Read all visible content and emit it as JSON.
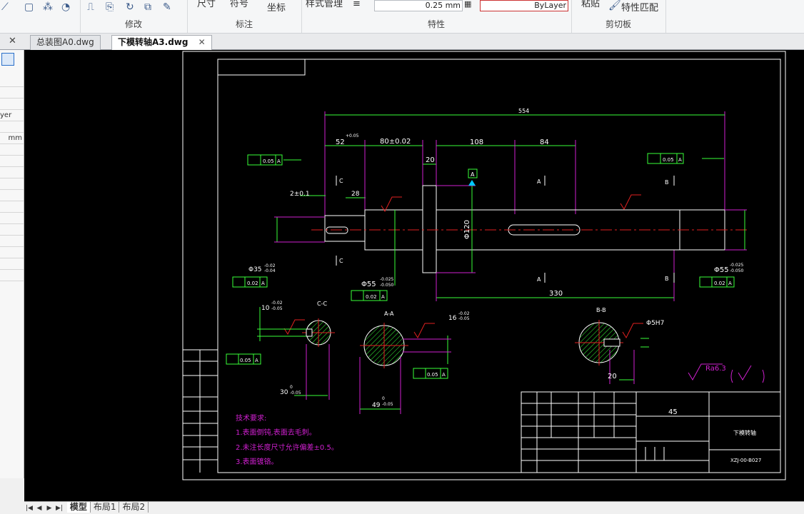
{
  "ribbon": {
    "groups": [
      {
        "label": "修改"
      },
      {
        "label": "标注"
      },
      {
        "label": "特性"
      },
      {
        "label": "剪切板"
      }
    ],
    "dimension_label": "尺寸",
    "symbol_label": "符号",
    "coordinate_label": "坐标",
    "style_label": "样式管理",
    "lineweight_value": "0.25 mm",
    "layer_value": "ByLayer",
    "paste_label": "粘贴",
    "match_props_label": "特性匹配"
  },
  "tabs": [
    {
      "label": "总装图A0.dwg",
      "active": false
    },
    {
      "label": "下模转轴A3.dwg",
      "active": true
    }
  ],
  "left_panel": {
    "layer_value": "yer",
    "unit_value": "mm"
  },
  "layout_tabs": [
    "模型",
    "布局1",
    "布局2"
  ],
  "drawing": {
    "dims": {
      "overall": "554",
      "d52": "52",
      "d52_tol": "+0.05",
      "d80": "80±0.02",
      "d108": "108",
      "d84": "84",
      "d20": "20",
      "d2": "2±0.1",
      "d28": "28",
      "d330": "330",
      "phi120": "Φ120",
      "phi35": "Φ35",
      "phi35_tol_up": "-0.02",
      "phi35_tol_low": "-0.04",
      "phi55a": "Φ55",
      "phi55a_up": "-0.025",
      "phi55a_low": "-0.050",
      "phi55b": "Φ55",
      "phi55b_up": "-0.025",
      "phi55b_low": "-0.050",
      "tol_005": "0.05",
      "tol_002": "0.02",
      "datum_a": "A",
      "cc_dim": "10",
      "cc_dim_up": "-0.02",
      "cc_dim_low": "-0.05",
      "cc_30": "30",
      "cc_30_up": "0",
      "cc_30_low": "-0.05",
      "aa_16": "16",
      "aa_16_up": "-0.02",
      "aa_16_low": "-0.05",
      "aa_49": "49",
      "aa_49_up": "0",
      "aa_49_low": "-0.05",
      "bb_phi5": "Φ5H7",
      "bb_20": "20"
    },
    "section_labels": {
      "cc": "C-C",
      "aa": "A-A",
      "bb": "B-B"
    },
    "cut_labels": {
      "a": "A",
      "b": "B",
      "c": "C"
    },
    "roughness": "Ra6.3",
    "tech_req": {
      "title": "技术要求:",
      "line1": "1.表面倒钝,表面去毛刺。",
      "line2": "2.未注长度尺寸允许偏差±0.5。",
      "line3": "3.表面镀铬。"
    },
    "title_block": {
      "material": "45",
      "part_name": "下模转轴",
      "drawing_no": "XZJ-00-B027"
    }
  }
}
